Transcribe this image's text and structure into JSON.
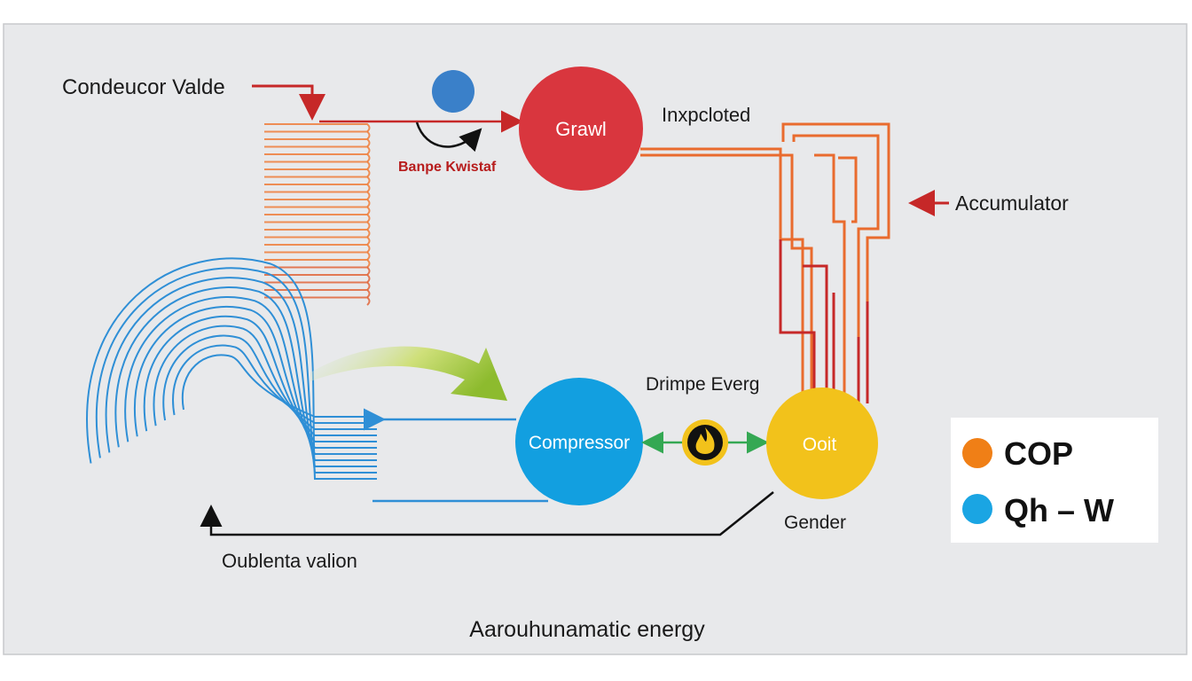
{
  "labels": {
    "condenser_valve": "Condeucor Valde",
    "bypass": "Banpe Kwistaf",
    "inspected": "Inxpcloted",
    "accumulator": "Accumulator",
    "drive_energy": "Drimpe Everg",
    "gender": "Gender",
    "outlet": "Oublenta valion",
    "caption": "Aarouhunamatic energy"
  },
  "nodes": {
    "grawl": {
      "label": "Grawl",
      "color": "#d9363e"
    },
    "compressor": {
      "label": "Compressor",
      "color": "#129fe0"
    },
    "coit": {
      "label": "Ooit",
      "color": "#f2c21b"
    },
    "small_dot_color": "#3a80c9",
    "flame_icon": "flame-icon"
  },
  "legend": [
    {
      "label": "COP",
      "color": "#f07f16"
    },
    {
      "label": "Qh – W",
      "color": "#1aa5e3"
    }
  ],
  "colors": {
    "background": "#e8e9eb",
    "red_line": "#c62828",
    "orange_coil": "#ef7d3a",
    "blue_coil": "#2f8fd6",
    "green_arrow": "#34a853",
    "lime_arrow": "#8dbb2e"
  }
}
